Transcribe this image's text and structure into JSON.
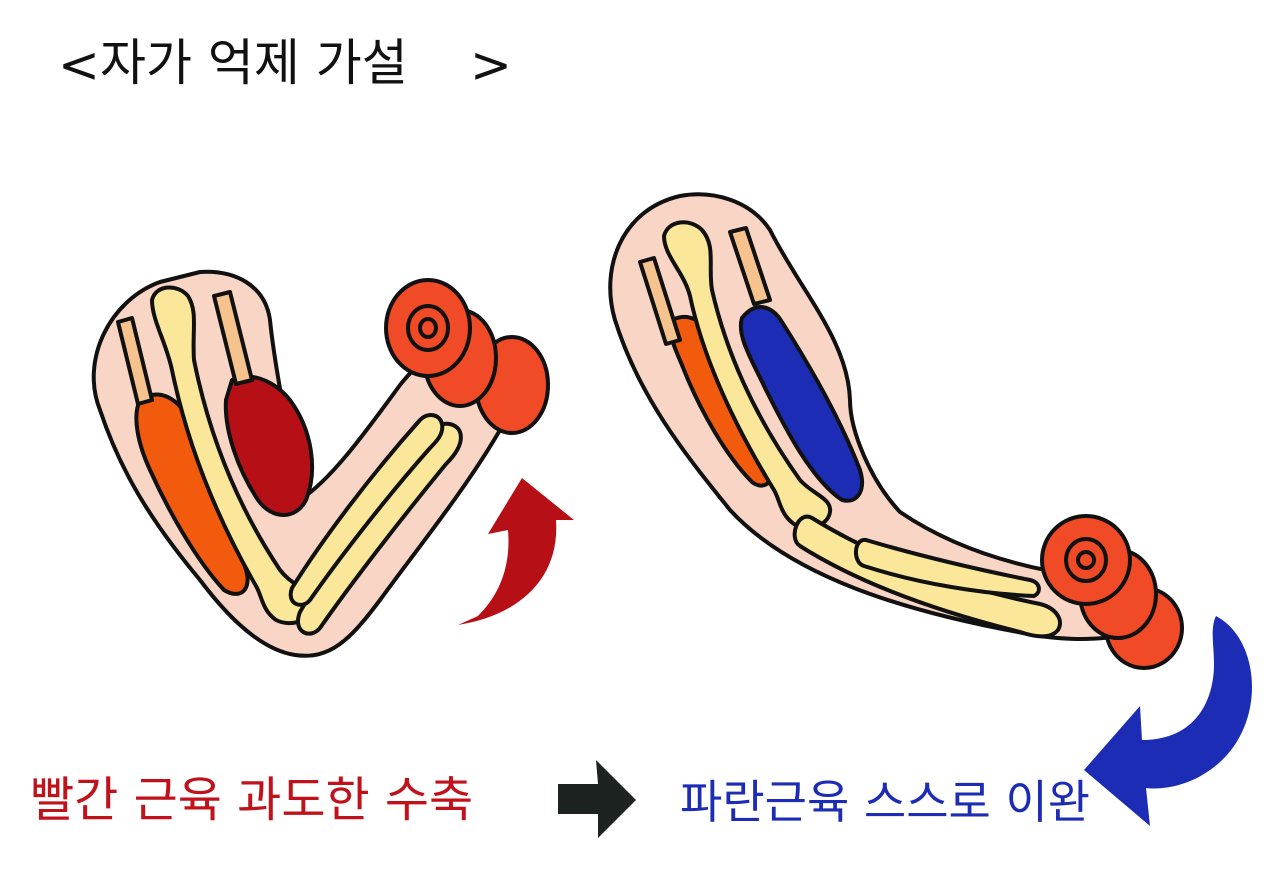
{
  "title": {
    "open_bracket": "<",
    "text": "자가 억제 가설",
    "close_bracket": ">"
  },
  "captions": {
    "left": "빨간 근육 과도한 수축",
    "right": "파란근육 스스로 이완"
  },
  "colors": {
    "skin": "#f9d5c5",
    "bone": "#fbe79a",
    "tendon": "#f6c38e",
    "muscle_orange": "#f25a0e",
    "muscle_red": "#b70f16",
    "muscle_blue": "#1c2cb4",
    "dumbbell": "#f04a26",
    "arrow_red": "#b70f16",
    "arrow_blue": "#1c2cb4",
    "caption_red": "#c0121a",
    "caption_blue": "#1c2cb4",
    "ink": "#111111"
  },
  "icons": {
    "flexed_arm": "flexed-arm-illustration",
    "extended_arm": "extended-arm-illustration",
    "curl_arrow": "curved-arrow-up-icon",
    "release_arrow": "curved-arrow-down-icon",
    "transition_arrow": "arrow-right-icon"
  }
}
